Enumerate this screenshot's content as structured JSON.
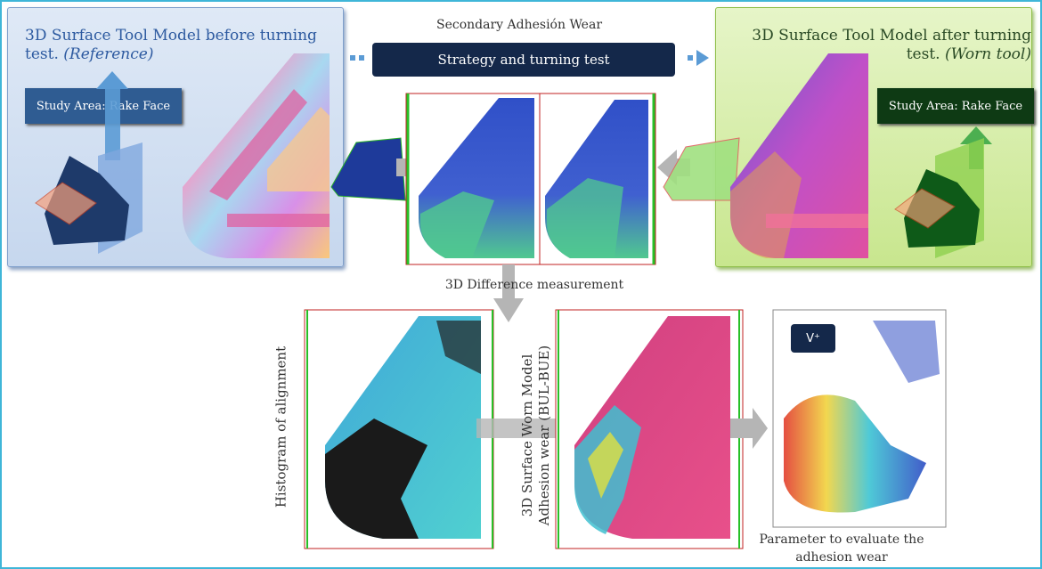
{
  "header": {
    "secondary_label": "Secondary Adhesión Wear",
    "strategy_label": "Strategy and turning test"
  },
  "left_panel": {
    "title_main": "3D Surface Tool Model before turning test.",
    "title_em": "(Reference)",
    "study_area": "Study Area: Rake Face"
  },
  "right_panel": {
    "title_main": "3D Surface Tool Model after turning test.",
    "title_em": "(Worn tool)",
    "study_area": "Study Area: Rake Face"
  },
  "captions": {
    "difference": "3D Difference measurement",
    "histogram": "Histogram of alignment",
    "worn_line1": "3D Surface Worn Model",
    "worn_line2": "Adhesion wear (BUL-BUE)",
    "parameter": "Parameter to evaluate the adhesion wear",
    "v_badge": "V⁺"
  },
  "colors": {
    "border": "#3fb6d8",
    "left_panel": "#c6d7ee",
    "right_panel": "#c8e68e",
    "dark_box": "#14284a",
    "arrow_blue": "#5b9bd5",
    "arrow_green": "#4caf50",
    "arrow_gray": "#b5b5b5"
  }
}
